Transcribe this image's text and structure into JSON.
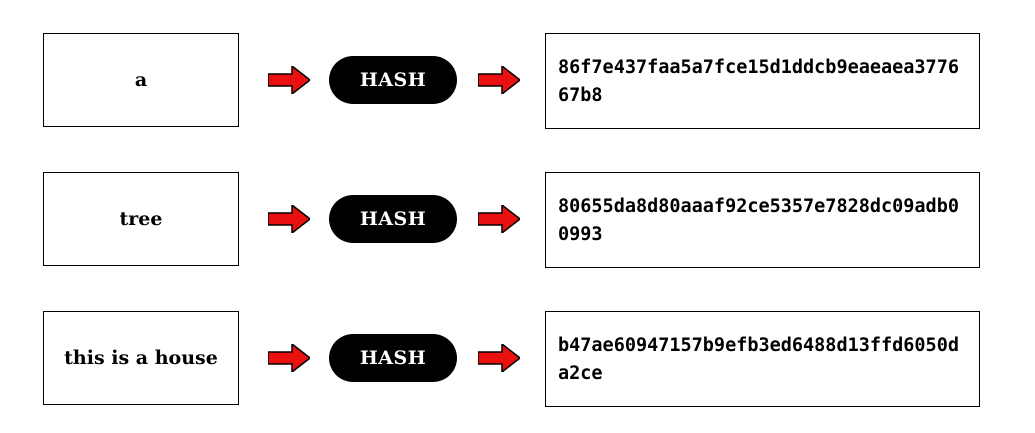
{
  "hash_label": "HASH",
  "colors": {
    "arrow": "#e8110f",
    "pill": "#000000",
    "box_border": "#000000"
  },
  "rows": [
    {
      "input": "a",
      "output": "86f7e437faa5a7fce15d1ddcb9eaeaea377667b8"
    },
    {
      "input": "tree",
      "output": "80655da8d80aaaf92ce5357e7828dc09adb00993"
    },
    {
      "input": "this is a house",
      "output": "b47ae60947157b9efb3ed6488d13ffd6050da2ce"
    }
  ]
}
